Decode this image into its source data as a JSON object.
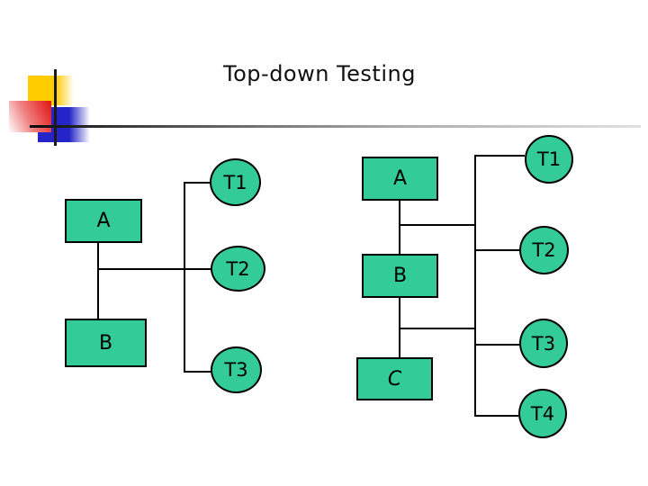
{
  "title": "Top-down Testing",
  "colors": {
    "node_fill": "#33cc99",
    "node_border": "#000000",
    "title_text": "#111111",
    "logo_yellow": "#ffcc00",
    "logo_red": "#e31b1b",
    "logo_blue": "#2424c8",
    "rule_gradient_start": "#0a0a0a",
    "rule_gradient_end": "#e0e0e0"
  },
  "left_diagram": {
    "modules": [
      {
        "label": "A"
      },
      {
        "label": "B"
      }
    ],
    "stubs": [
      {
        "label": "T1"
      },
      {
        "label": "T2"
      },
      {
        "label": "T3"
      }
    ]
  },
  "right_diagram": {
    "modules": [
      {
        "label": "A"
      },
      {
        "label": "B"
      },
      {
        "label": "C"
      }
    ],
    "stubs": [
      {
        "label": "T1"
      },
      {
        "label": "T2"
      },
      {
        "label": "T3"
      },
      {
        "label": "T4"
      }
    ]
  }
}
